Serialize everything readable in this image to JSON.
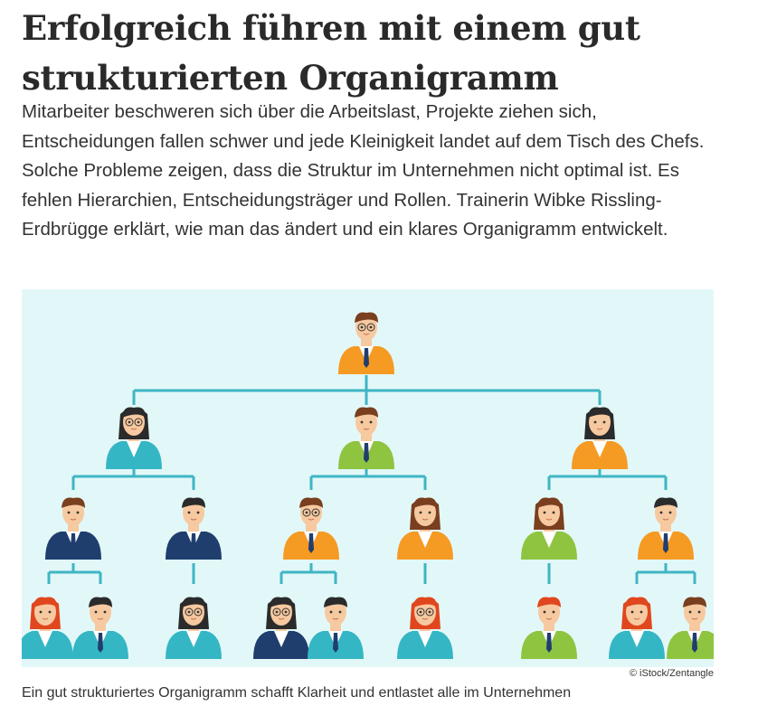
{
  "article": {
    "headline": "Erfolgreich führen mit einem gut strukturierten Organigramm",
    "lead": "Mitarbeiter beschweren sich über die Arbeitslast, Projekte ziehen sich, Entscheidungen fallen schwer und jede Kleinigkeit landet auf dem Tisch des Chefs. Solche Probleme zeigen, dass die Struktur im Unternehmen nicht optimal ist. Es fehlen Hierarchien, Entscheidungsträger und Rollen. Trainerin Wibke Rissling-Erdbrügge erklärt, wie man das ändert und ein klares Organigramm entwickelt."
  },
  "figure": {
    "credit": "© iStock/Zentangle",
    "caption": "Ein gut strukturiertes Organigramm schafft Klarheit und entlastet alle im Unternehmen",
    "colors": {
      "background": "#e2f8f8",
      "connector": "#3fb5c4",
      "skin": "#f7c9a0",
      "orange": "#f59a23",
      "navy": "#1f3e6e",
      "teal": "#35b6c4",
      "green": "#8fc440",
      "brown": "#7a3f1e",
      "red": "#e0471e",
      "dark_hair": "#2b2b2b"
    }
  }
}
